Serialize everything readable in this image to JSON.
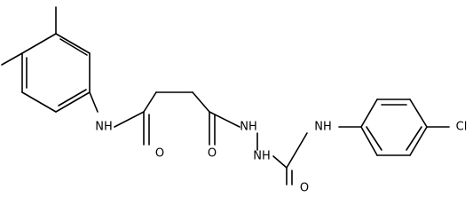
{
  "structure": {
    "atom_labels": {
      "anilide_nh": "NH",
      "amide_o": "O",
      "hydrazide_o": "O",
      "hydrazide_nh_1": "NH",
      "hydrazide_nh_2": "NH",
      "urea_nh": "NH",
      "urea_o": "O",
      "chlorine": "Cl"
    },
    "colors": {
      "bond": "#000000",
      "label": "#000000",
      "background": "#ffffff"
    }
  }
}
